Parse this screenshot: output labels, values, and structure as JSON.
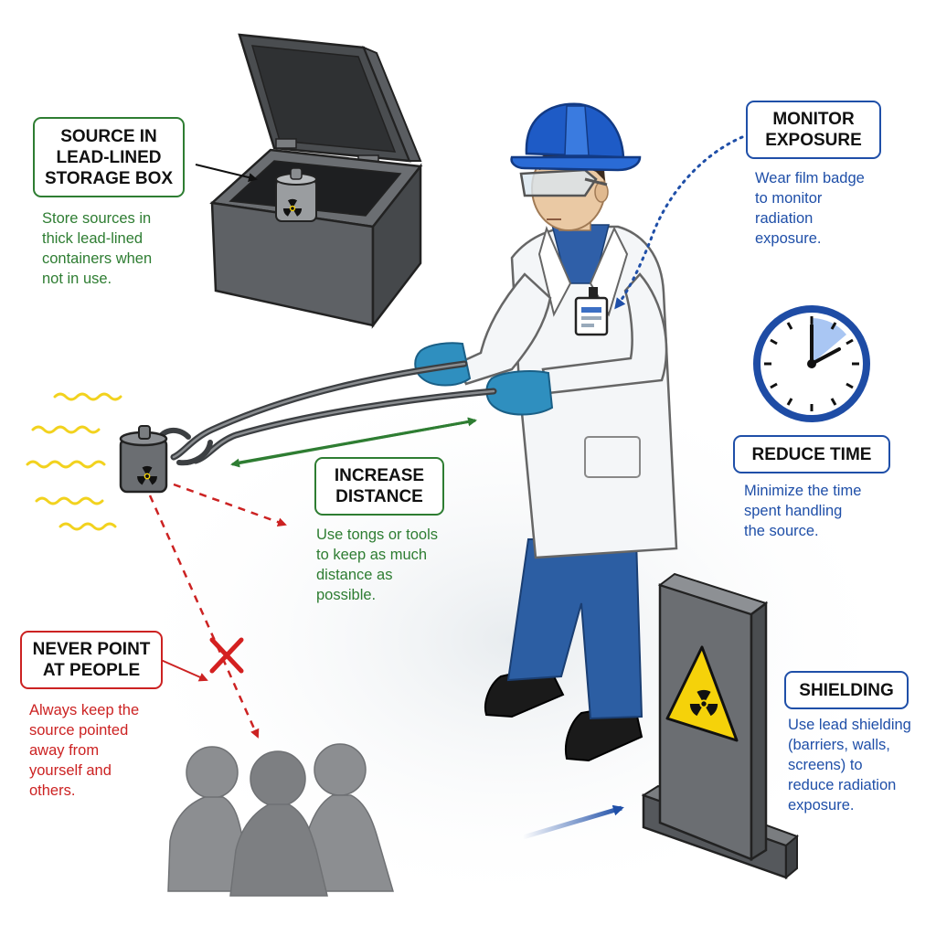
{
  "storage": {
    "title": [
      "SOURCE IN",
      "LEAD-LINED",
      "STORAGE BOX"
    ],
    "desc": [
      "Store sources in",
      "thick lead-lined",
      "containers when",
      "not in use."
    ]
  },
  "monitor": {
    "title": [
      "MONITOR",
      "EXPOSURE"
    ],
    "desc": [
      "Wear film badge",
      "to monitor",
      "radiation",
      "exposure."
    ]
  },
  "time": {
    "title": [
      "REDUCE TIME"
    ],
    "desc": [
      "Minimize the time",
      "spent handling",
      "the source."
    ]
  },
  "distance": {
    "title": [
      "INCREASE",
      "DISTANCE"
    ],
    "desc": [
      "Use tongs or tools",
      "to keep as much",
      "distance as",
      "possible."
    ]
  },
  "never_point": {
    "title": [
      "NEVER POINT",
      "AT PEOPLE"
    ],
    "desc": [
      "Always keep the",
      "source pointed",
      "away from",
      "yourself and",
      "others."
    ]
  },
  "shielding": {
    "title": [
      "SHIELDING"
    ],
    "desc": [
      "Use lead shielding",
      "(barriers, walls,",
      "screens) to",
      "reduce radiation",
      "exposure."
    ]
  },
  "colors": {
    "green": "#2e7d32",
    "blue": "#1f4fa8",
    "red": "#cc2222",
    "hardhat": "#1e5bc6",
    "glove": "#2f8fbf",
    "lead_gray": "#6b6e72",
    "hazard_yellow": "#f5d20a"
  },
  "icons": [
    "radiation-trefoil-icon",
    "clock-icon",
    "film-badge-icon",
    "cross-mark-icon"
  ]
}
